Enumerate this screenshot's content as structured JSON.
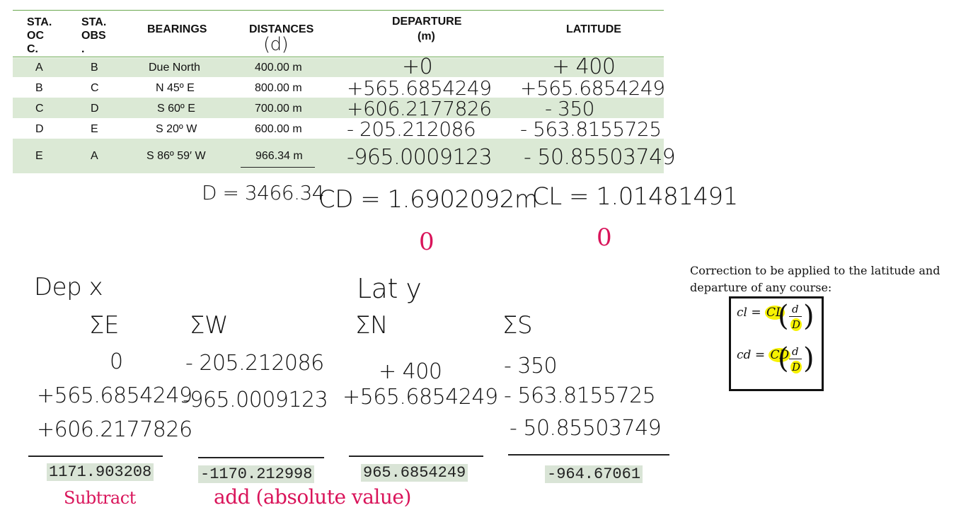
{
  "table": {
    "headers": {
      "sta_occ": "STA. OC C.",
      "sta_obs": "STA. OBS .",
      "bearings": "BEARINGS",
      "distances": "DISTANCES",
      "distances_note": "(d)",
      "departure": "DEPARTURE",
      "departure_unit": "(m)",
      "latitude": "LATITUDE"
    },
    "rows": [
      {
        "occ": "A",
        "obs": "B",
        "bearing": "Due North",
        "distance": "400.00 m",
        "departure": "+0",
        "latitude": "+ 400"
      },
      {
        "occ": "B",
        "obs": "C",
        "bearing": "N 45º E",
        "distance": "800.00 m",
        "departure": "+565.6854249",
        "latitude": "+565.6854249"
      },
      {
        "occ": "C",
        "obs": "D",
        "bearing": "S 60º E",
        "distance": "700.00 m",
        "departure": "+606.2177826",
        "latitude": "- 350"
      },
      {
        "occ": "D",
        "obs": "E",
        "bearing": "S 20º W",
        "distance": "600.00 m",
        "departure": "- 205.212086",
        "latitude": "- 563.8155725"
      },
      {
        "occ": "E",
        "obs": "A",
        "bearing": "S 86º 59′ W",
        "distance": "966.34 m",
        "departure": "-965.0009123",
        "latitude": "- 50.85503749"
      }
    ]
  },
  "totals": {
    "D": "D = 3466.34",
    "CD": "CD = 1.6902092m",
    "CL": "CL = 1.01481491",
    "cd_mark": "0",
    "cl_mark": "0"
  },
  "sums": {
    "dep_label": "Dep x",
    "lat_label": "Lat y",
    "columns": [
      {
        "symbol": "ΣE",
        "values": [
          "0",
          "+565.6854249",
          "+606.2177826"
        ],
        "total": "1171.903208",
        "note": "Subtract"
      },
      {
        "symbol": "ΣW",
        "values": [
          "- 205.212086",
          "-965.0009123"
        ],
        "total": "-1170.212998",
        "note": "add (absolute value)"
      },
      {
        "symbol": "ΣN",
        "values": [
          "+ 400",
          "+565.6854249"
        ],
        "total": "965.6854249",
        "note": ""
      },
      {
        "symbol": "ΣS",
        "values": [
          "- 350",
          "- 563.8155725",
          "- 50.85503749"
        ],
        "total": "-964.67061",
        "note": ""
      }
    ]
  },
  "correction": {
    "text": "Correction to be applied to the latitude and departure of any course:",
    "formula_l_lhs": "cl",
    "formula_l_coef": "CL",
    "formula_d_lhs": "cd",
    "formula_d_coef": "CD",
    "num": "d",
    "den": "D"
  },
  "colors": {
    "shade": "#dbe9d5",
    "rule": "#6aa84f",
    "red": "#d9145a",
    "highlight": "#f7f200"
  }
}
